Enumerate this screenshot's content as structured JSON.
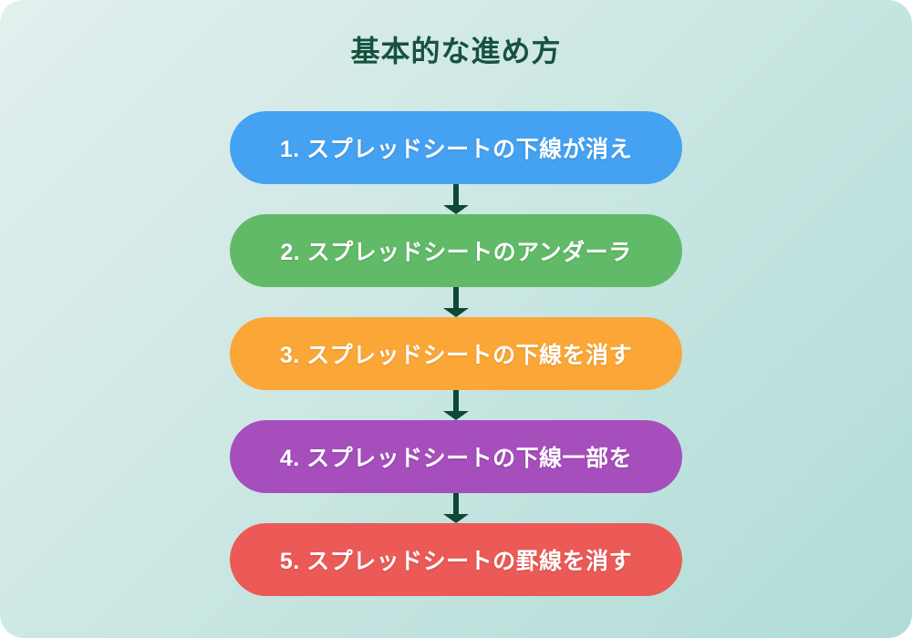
{
  "page": {
    "title": "基本的な進め方",
    "colors": {
      "background_start": "#e3f0ef",
      "background_end": "#b0dcd6",
      "title": "#17523f",
      "arrow": "#0e4839",
      "step_text": "#ffffff"
    },
    "steps": [
      {
        "label": "1. スプレッドシートの下線が消え",
        "color": "#45a1f1"
      },
      {
        "label": "2. スプレッドシートのアンダーラ",
        "color": "#61ba68"
      },
      {
        "label": "3. スプレッドシートの下線を消す",
        "color": "#fba737"
      },
      {
        "label": "4. スプレッドシートの下線一部を",
        "color": "#a54ebc"
      },
      {
        "label": "5. スプレッドシートの罫線を消す",
        "color": "#eb5a57"
      }
    ]
  }
}
